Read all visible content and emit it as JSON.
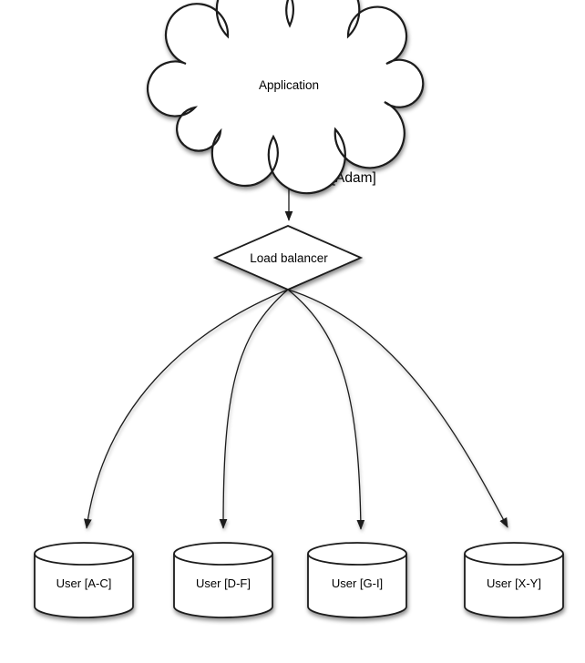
{
  "diagram": {
    "nodes": {
      "application": {
        "label": "Application",
        "shape": "cloud"
      },
      "load_balancer": {
        "label": "Load balancer",
        "shape": "diamond"
      },
      "shards": [
        {
          "label": "User [A-C]",
          "shape": "cylinder"
        },
        {
          "label": "User [D-F]",
          "shape": "cylinder"
        },
        {
          "label": "User [G-I]",
          "shape": "cylinder"
        },
        {
          "label": "User [X-Y]",
          "shape": "cylinder"
        }
      ]
    },
    "edges": {
      "app_to_lb": {
        "from": "application",
        "to": "load_balancer",
        "label": "User[Adam]"
      },
      "lb_to_shards": [
        {
          "from": "load_balancer",
          "to": "shard-1"
        },
        {
          "from": "load_balancer",
          "to": "shard-2"
        },
        {
          "from": "load_balancer",
          "to": "shard-3"
        },
        {
          "from": "load_balancer",
          "to": "shard-4"
        }
      ]
    },
    "colors": {
      "stroke": "#1b1b1b",
      "node_fill": "#ffffff",
      "text": "#000000",
      "background": "#ffffff"
    }
  }
}
